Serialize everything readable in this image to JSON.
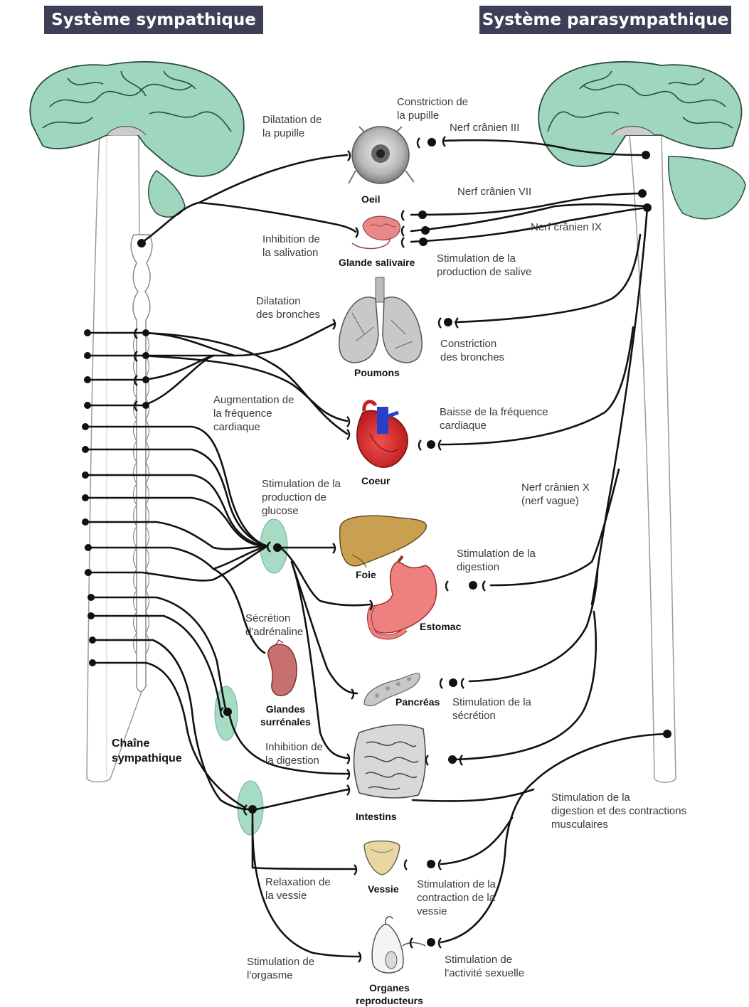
{
  "headers": {
    "sympathetic": "Système sympathique",
    "parasympathetic": "Système parasympathique"
  },
  "chain_label": "Chaîne\nsympathique",
  "organs": {
    "eye": "Oeil",
    "salivary": "Glande salivaire",
    "lungs": "Poumons",
    "heart": "Coeur",
    "liver": "Foie",
    "stomach": "Estomac",
    "adrenal": "Glandes\nsurrénales",
    "pancreas": "Pancréas",
    "intestines": "Intestins",
    "bladder": "Vessie",
    "reproductive": "Organes\nreproducteurs"
  },
  "nerves": {
    "cn3": "Nerf crânien III",
    "cn7": "Nerf crânien VII",
    "cn9": "Nerf crânien IX",
    "cn10": "Nerf crânien X\n(nerf vague)"
  },
  "sympathetic_effects": {
    "pupil": "Dilatation de\nla pupille",
    "saliva": "Inhibition de\nla salivation",
    "bronchi": "Dilatation\ndes bronches",
    "heart_rate": "Augmentation de\nla fréquence\ncardiaque",
    "glucose": "Stimulation de la\nproduction de\nglucose",
    "adrenaline": "Sécrétion\nd'adrénaline",
    "digestion": "Inhibition de\nla digestion",
    "bladder": "Relaxation de\nla vessie",
    "orgasm": "Stimulation de\nl'orgasme"
  },
  "parasympathetic_effects": {
    "pupil": "Constriction de\nla pupille",
    "saliva": "Stimulation de la\nproduction de salive",
    "bronchi": "Constriction\ndes bronches",
    "heart_rate": "Baisse de la fréquence\ncardiaque",
    "digestion": "Stimulation de la\ndigestion",
    "secretion": "Stimulation de la\nsécrétion",
    "intestine": "Stimulation de la\ndigestion et des contractions\nmusculaires",
    "bladder": "Stimulation de la\ncontraction de la\nvessie",
    "sexual": "Stimulation de\nl'activité sexuelle"
  },
  "colors": {
    "brain": "#9ed7bd",
    "ganglion": "#a6dcc4",
    "header_bg": "#3d3f57",
    "nerve": "#111111"
  }
}
